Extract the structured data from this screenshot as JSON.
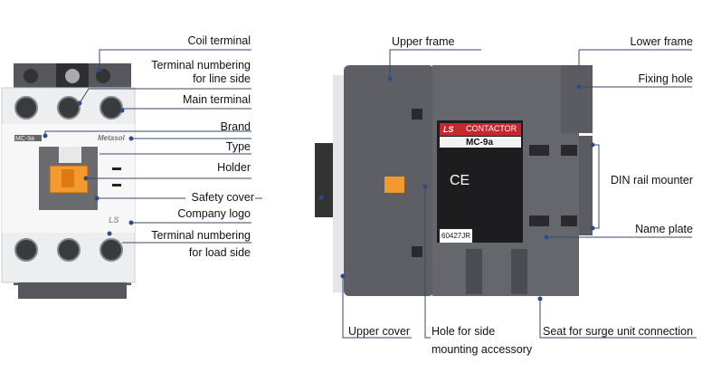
{
  "left_labels": {
    "coil_terminal": "Coil terminal",
    "terminal_numbering_line_1": "Terminal numbering",
    "terminal_numbering_line_2": "for line side",
    "main_terminal": "Main terminal",
    "brand": "Brand",
    "type": "Type",
    "holder": "Holder",
    "safety_cover": "Safety cover",
    "company_logo": "Company logo",
    "terminal_numbering_load_1": "Terminal numbering",
    "terminal_numbering_load_2": "for load side"
  },
  "right_labels": {
    "upper_frame": "Upper frame",
    "lower_frame": "Lower frame",
    "fixing_hole": "Fixing hole",
    "din_rail_mounter": "DIN rail mounter",
    "name_plate": "Name plate",
    "upper_cover": "Upper cover",
    "hole_side_1": "Hole for side",
    "hole_side_2": "mounting accessory",
    "seat_surge": "Seat for surge unit connection"
  },
  "device": {
    "brand_text": "Metasol",
    "type_text": "MC-9a",
    "logo_text": "LS",
    "nameplate_title": "CONTACTOR",
    "nameplate_model": "MC-9a",
    "nameplate_code": "60427JR",
    "ce_mark": "CE"
  },
  "colors": {
    "line": "#3a4a6a",
    "dot": "#2b4c8c",
    "body": "#5c5e63",
    "orange": "#f08a1c"
  }
}
